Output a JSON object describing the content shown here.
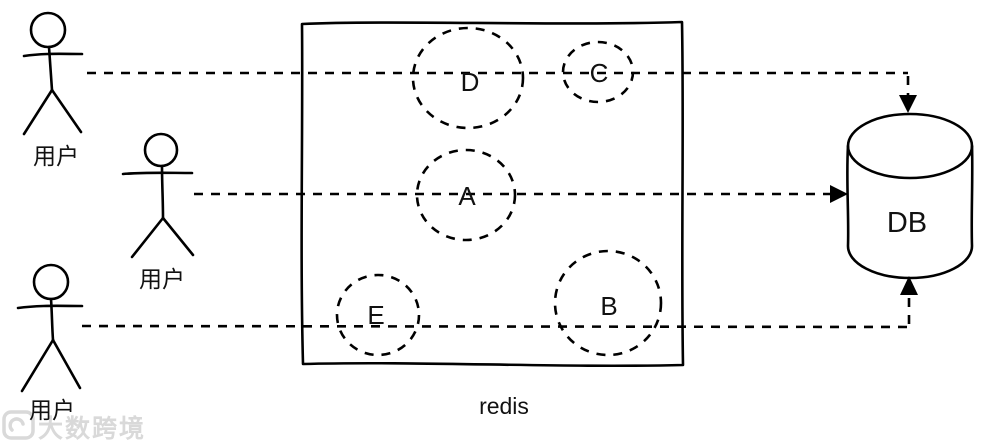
{
  "diagram": {
    "users": [
      {
        "label": "用户"
      },
      {
        "label": "用户"
      },
      {
        "label": "用户"
      }
    ],
    "cache": {
      "label": "redis",
      "nodes": [
        {
          "label": "D"
        },
        {
          "label": "C"
        },
        {
          "label": "A"
        },
        {
          "label": "E"
        },
        {
          "label": "B"
        }
      ]
    },
    "database": {
      "label": "DB"
    },
    "watermark": {
      "text": "大数跨境"
    },
    "colors": {
      "line": "#000000",
      "background": "#ffffff",
      "watermark": "#d9d9d9"
    }
  }
}
